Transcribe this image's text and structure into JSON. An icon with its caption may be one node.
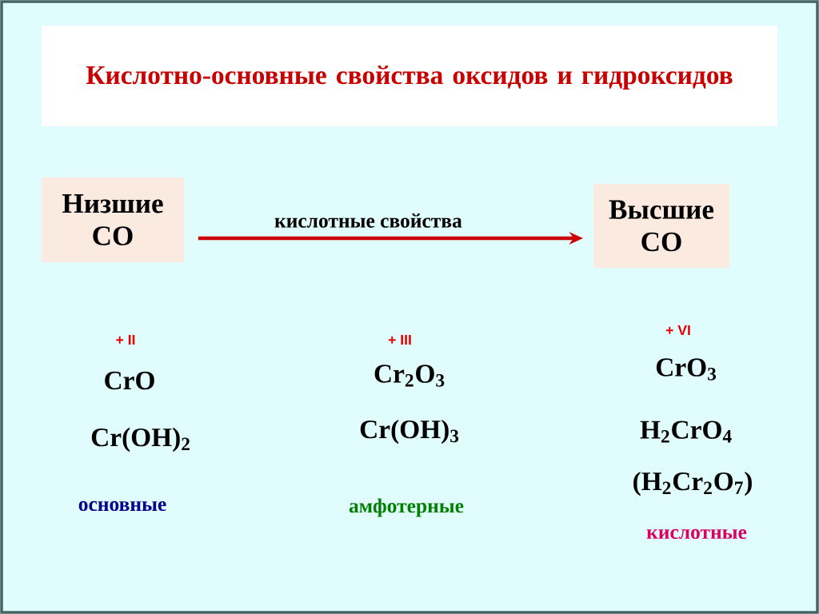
{
  "diagram": {
    "title": "Кислотно-основные свойства  оксидов и гидроксидов",
    "nodes": [
      {
        "text": [
          "Низшие СО"
        ]
      },
      {
        "text": [
          "Высшие СО"
        ]
      }
    ],
    "edges": [
      {
        "from": 0,
        "to": 1,
        "arrow": "to",
        "label": "кислотные свойства",
        "color": "#cc0000"
      }
    ],
    "labels": [
      "+ II",
      "+ III",
      "+ VI",
      "CrO",
      "Cr$_{2}$O$_{3}$",
      "CrO$_{3}$",
      "Cr(OH)$_{2}$",
      "Cr(OH)$_{3}$",
      "H$_{2}$CrO$_{4}$",
      "(H$_{2}$Cr$_{2}$O$_{7}$)",
      "основные",
      "амфотерные",
      "кислотные"
    ]
  }
}
